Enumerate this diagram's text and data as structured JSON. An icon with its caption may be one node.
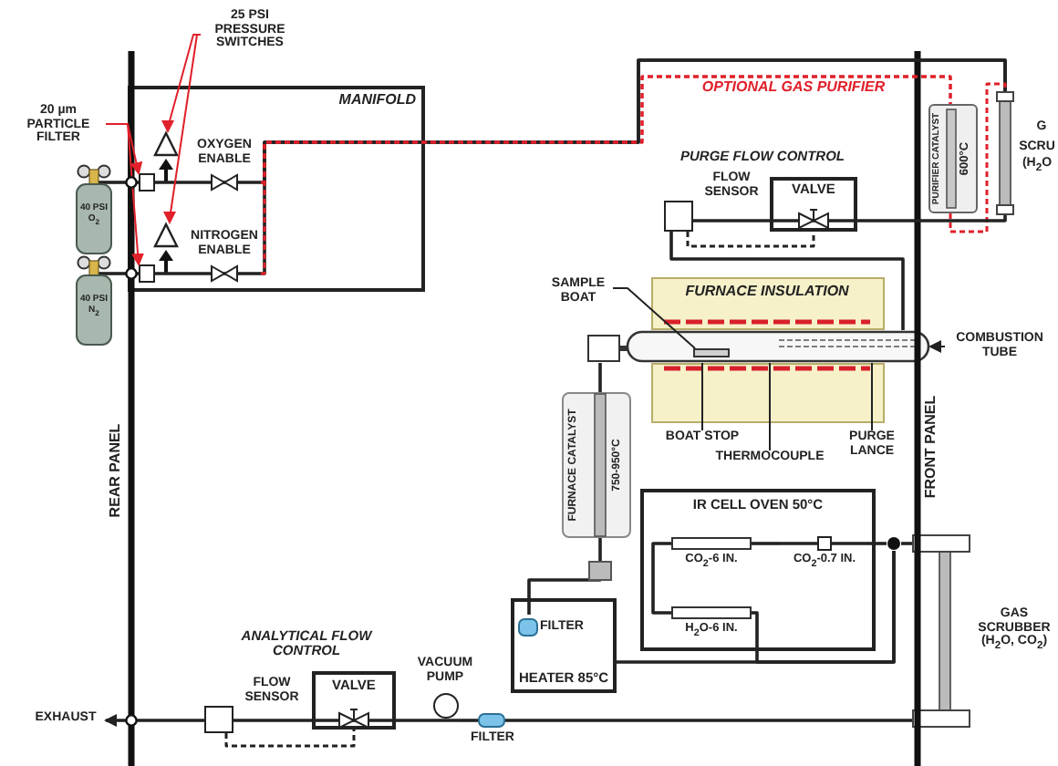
{
  "diagram": {
    "nodes": [
      {
        "text": [
          "MANIFOLD"
        ]
      },
      {
        "text": [
          "40 PSI O$_{2}$"
        ]
      },
      {
        "text": [
          "40 PSI N$_{2}$"
        ]
      },
      {
        "text": [],
        "shape": "box",
        "in": 0
      },
      {
        "text": [],
        "shape": "box",
        "in": 0
      },
      {
        "text": [],
        "shape": "triangle",
        "in": 0
      },
      {
        "text": [],
        "shape": "triangle",
        "in": 0
      },
      {
        "text": [
          "OXYGEN ENABLE"
        ],
        "in": 0
      },
      {
        "text": [
          "NITROGEN ENABLE"
        ],
        "in": 0
      },
      {
        "text": [
          "20 µm PARTICLE FILTER"
        ]
      },
      {
        "text": [
          "25 PSI PRESSURE SWITCHES"
        ]
      },
      {
        "text": [
          "PURIFIER CATALYST",
          "600°C"
        ]
      },
      {
        "text": [],
        "shape": "cylinder",
        "beside": [
          "G",
          "SCRU",
          "(H$_{2}$O"
        ]
      },
      {
        "text": [
          "VALVE"
        ]
      },
      {
        "text": [],
        "shape": "box",
        "beside": [
          "FLOW SENSOR"
        ]
      },
      {
        "text": [
          "FURNACE INSULATION"
        ]
      },
      {
        "text": [],
        "shape": "cylinder"
      },
      {
        "text": [
          "COMBUSTION TUBE"
        ]
      },
      {
        "text": [],
        "shape": "box",
        "in": 16
      },
      {
        "text": [
          "SAMPLE BOAT"
        ]
      },
      {
        "text": [
          "BOAT STOP"
        ]
      },
      {
        "text": [
          "THERMOCOUPLE"
        ]
      },
      {
        "text": [
          "PURGE LANCE"
        ]
      },
      {
        "text": [
          "FURNACE CATALYST",
          "750-950°C"
        ]
      },
      {
        "text": [
          "HEATER 85°C"
        ]
      },
      {
        "text": [
          "FILTER"
        ],
        "in": 24
      },
      {
        "text": [
          "IR CELL OVEN 50°C"
        ]
      },
      {
        "text": [
          "CO$_{2}$-6 IN."
        ],
        "in": 26
      },
      {
        "text": [
          "CO$_{2}$-0.7 IN."
        ],
        "in": 26
      },
      {
        "text": [
          "H$_{2}$O-6 IN."
        ],
        "in": 26
      },
      {
        "text": [],
        "shape": "circle"
      },
      {
        "text": [],
        "shape": "cylinder",
        "beside": [
          "GAS SCRUBBER (H$_{2}$O, CO$_{2}$)"
        ]
      },
      {
        "text": [
          "VALVE"
        ]
      },
      {
        "text": [],
        "shape": "box",
        "beside": [
          "FLOW SENSOR"
        ]
      },
      {
        "text": [],
        "shape": "circle",
        "beside": [
          "VACUUM PUMP"
        ]
      },
      {
        "text": [],
        "shape": "cylinder",
        "beside": [
          "FILTER"
        ]
      },
      {
        "text": [
          "EXHAUST"
        ]
      },
      {
        "text": [],
        "shape": "box"
      }
    ],
    "edges": [
      {
        "from": 1,
        "to": 3,
        "arrow": "none"
      },
      {
        "from": 2,
        "to": 4,
        "arrow": "none"
      },
      {
        "from": 3,
        "to": 7,
        "arrow": "none"
      },
      {
        "from": 4,
        "to": 8,
        "arrow": "none"
      },
      {
        "from": 7,
        "to": 12,
        "arrow": "none"
      },
      {
        "from": 8,
        "to": 12,
        "arrow": "none"
      },
      {
        "from": 7,
        "to": 11,
        "arrow": "none",
        "style": "dashed",
        "color": "#e0202a",
        "label": "OPTIONAL GAS PURIFIER"
      },
      {
        "from": 8,
        "to": 11,
        "arrow": "none",
        "style": "dashed",
        "color": "#e0202a"
      },
      {
        "from": 11,
        "to": 12,
        "arrow": "none",
        "style": "dashed",
        "color": "#e0202a"
      },
      {
        "from": 12,
        "to": 13,
        "arrow": "none"
      },
      {
        "from": 13,
        "to": 14,
        "arrow": "none"
      },
      {
        "from": 14,
        "to": 13,
        "arrow": "none",
        "style": "dashed"
      },
      {
        "from": 14,
        "to": 16,
        "arrow": "none"
      },
      {
        "from": 17,
        "to": 16,
        "arrow": "to"
      },
      {
        "from": 19,
        "to": 18,
        "arrow": "none"
      },
      {
        "from": 20,
        "to": 16,
        "arrow": "none"
      },
      {
        "from": 21,
        "to": 16,
        "arrow": "none"
      },
      {
        "from": 22,
        "to": 16,
        "arrow": "none"
      },
      {
        "from": 16,
        "to": 23,
        "arrow": "none"
      },
      {
        "from": 23,
        "to": 25,
        "arrow": "none"
      },
      {
        "from": 24,
        "to": 30,
        "arrow": "none"
      },
      {
        "from": 30,
        "to": 28,
        "arrow": "none"
      },
      {
        "from": 28,
        "to": 27,
        "arrow": "none"
      },
      {
        "from": 27,
        "to": 29,
        "arrow": "none"
      },
      {
        "from": 29,
        "to": 30,
        "arrow": "none"
      },
      {
        "from": 30,
        "to": 31,
        "arrow": "none"
      },
      {
        "from": 31,
        "to": 35,
        "arrow": "none"
      },
      {
        "from": 35,
        "to": 34,
        "arrow": "none"
      },
      {
        "from": 34,
        "to": 32,
        "arrow": "none"
      },
      {
        "from": 32,
        "to": 33,
        "arrow": "none"
      },
      {
        "from": 33,
        "to": 32,
        "arrow": "none",
        "style": "dashed"
      },
      {
        "from": 33,
        "to": 36,
        "arrow": "to"
      },
      {
        "from": 9,
        "to": 3,
        "arrow": "to",
        "color": "#e0202a"
      },
      {
        "from": 9,
        "to": 4,
        "arrow": "to",
        "color": "#e0202a"
      },
      {
        "from": 10,
        "to": 5,
        "arrow": "to",
        "color": "#e0202a"
      },
      {
        "from": 10,
        "to": 6,
        "arrow": "to",
        "color": "#e0202a"
      }
    ],
    "labels": [
      "PURGE FLOW CONTROL",
      "REAR PANEL",
      "FRONT PANEL",
      "ANALYTICAL FLOW CONTROL"
    ]
  }
}
